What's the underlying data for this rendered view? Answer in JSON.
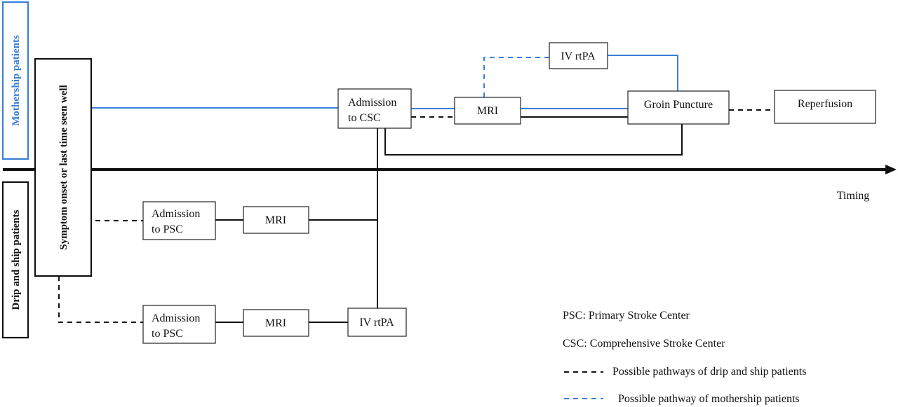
{
  "groups": {
    "mothership": "Mothership patients",
    "drip_ship": "Drip and ship patients"
  },
  "onset_box": "Symptom onset or last time seen well",
  "timeline_label": "Timing",
  "mothership_path": {
    "admission_csc": [
      "Admission",
      "to CSC"
    ],
    "mri": "MRI",
    "iv_rtpa": "IV rtPA",
    "groin_puncture": "Groin Puncture",
    "reperfusion": "Reperfusion"
  },
  "drip_path_1": {
    "admission_psc": [
      "Admission",
      "to PSC"
    ],
    "mri": "MRI"
  },
  "drip_path_2": {
    "admission_psc": [
      "Admission",
      "to PSC"
    ],
    "mri": "MRI",
    "iv_rtpa": "IV rtPA"
  },
  "legend": {
    "psc": "PSC: Primary Stroke Center",
    "csc": "CSC: Comprehensive Stroke Center",
    "drip_ship_dashed": "Possible pathways of drip and ship patients",
    "mothership_dashed": "Possible pathway of mothership patients"
  },
  "colors": {
    "mothership_blue": "#3a7fd8",
    "drip_black": "#111111"
  }
}
